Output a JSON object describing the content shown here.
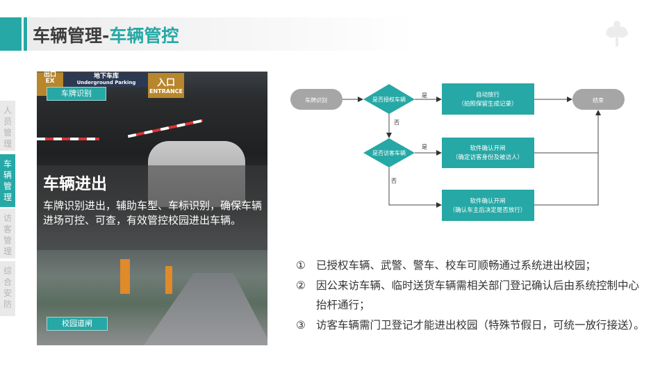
{
  "header": {
    "title_main": "车辆管理-",
    "title_accent": "车辆管控"
  },
  "sidebar": {
    "items": [
      {
        "label": "人员管理",
        "active": false
      },
      {
        "label": "车辆管理",
        "active": true
      },
      {
        "label": "访客管理",
        "active": false
      },
      {
        "label": "综合安防",
        "active": false
      }
    ]
  },
  "card": {
    "title": "车辆进出",
    "description": "车牌识别进出，辅助车型、车标识别，确保车辆进场可控、可查，有效管控校园进出车辆。",
    "tag_top": "车牌识别",
    "tag_bottom": "校园道闸",
    "signs": {
      "exit": "出口",
      "exit_en": "EX",
      "underground": "地下车库",
      "underground_en": "Underground Parking",
      "entrance": "入口",
      "entrance_en": "ENTRANCE"
    }
  },
  "flow": {
    "start": "车牌识别",
    "decision1": "是否授权车辆",
    "decision2": "是否访客车辆",
    "box1": [
      "自动放行",
      "（拍照保留生成记录）"
    ],
    "box2": [
      "软件确认开闸",
      "（确定访客身份及被访人）"
    ],
    "box3": [
      "软件确认开闸",
      "（确认车主后决定是否放行）"
    ],
    "end": "结束",
    "yes": "是",
    "no": "否"
  },
  "notes": [
    {
      "num": "①",
      "lines": [
        "已授权车辆、武警、警车、校车可顺畅通过系统进出校园；"
      ]
    },
    {
      "num": "②",
      "lines": [
        "因公来访车辆、临时送货车辆需相关部门登记确认后由系统控制中心",
        "抬杆通行；"
      ]
    },
    {
      "num": "③",
      "lines": [
        "访客车辆需门卫登记才能进出校园（特殊节假日，可统一放行接送）。"
      ]
    }
  ],
  "colors": {
    "accent": "#26a8a6",
    "gray_node": "#a6a6a6"
  }
}
